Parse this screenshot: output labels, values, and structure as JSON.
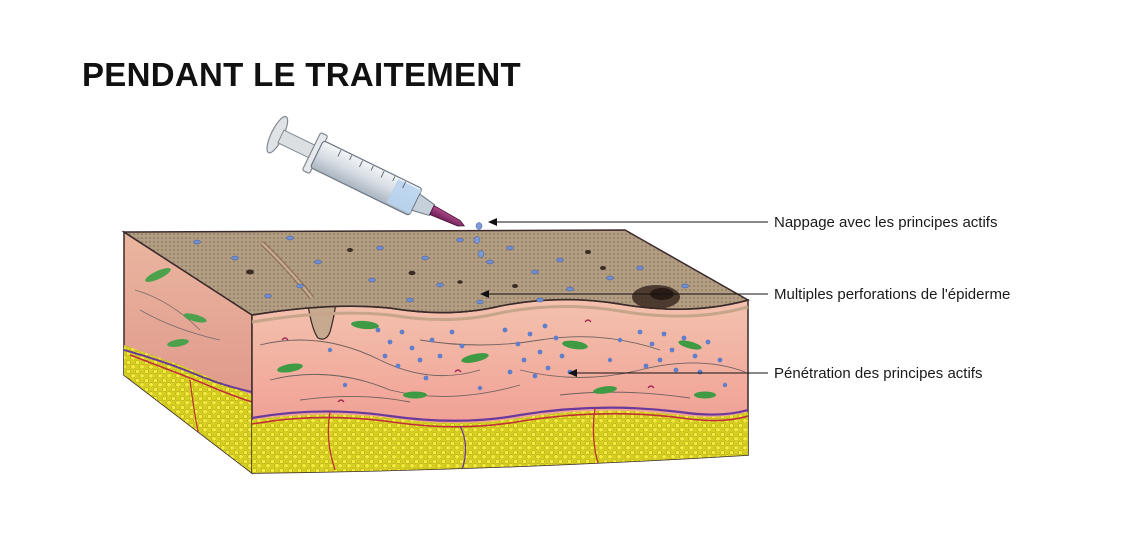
{
  "title": "PENDANT LE TRAITEMENT",
  "callouts": [
    {
      "label": "Nappage avec les principes actifs"
    },
    {
      "label": "Multiples perforations de l'épiderme"
    },
    {
      "label": "Pénétration des principes actifs"
    }
  ],
  "colors": {
    "epidermis_top": "#b09a80",
    "dermis": "#f0b0a0",
    "fat": "#e8e030",
    "droplet": "#6f8fd0",
    "syringe_plunger": "#d8d8d8",
    "syringe_tip": "#8a2a6a",
    "annotation_arrow": "#111111",
    "title_text": "#111111"
  },
  "icons": [
    "syringe-icon"
  ]
}
